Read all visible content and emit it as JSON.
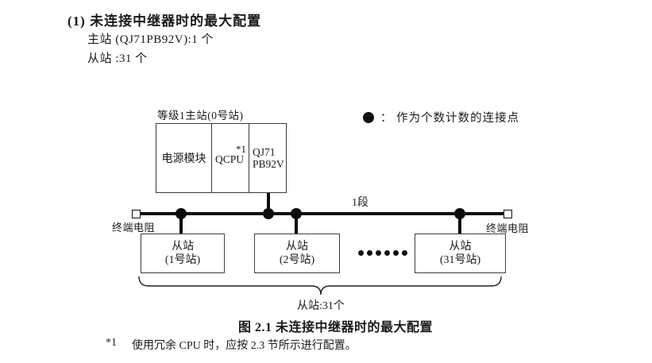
{
  "colors": {
    "text": "#1a1a1a",
    "line": "#0d0d0d",
    "box_border": "#3f3f3f"
  },
  "header": {
    "heading": "(1) 未连接中继器时的最大配置",
    "master_count_line": "主站 (QJ71PB92V):1 个",
    "slave_count_line": "从站 :31 个"
  },
  "diagram": {
    "master_station": {
      "label": "等级1主站(0号站)",
      "power_module": "电源模块",
      "cpu": "QCPU",
      "cpu_note_ref": "*1",
      "pb92v_line1": "QJ71",
      "pb92v_line2": "PB92V"
    },
    "legend": {
      "text": "：  作为个数计数的连接点"
    },
    "bus": {
      "segment_label": "1段",
      "terminator_left": "终端电阻",
      "terminator_right": "终端电阻"
    },
    "slaves": [
      {
        "name": "从站",
        "station": "(1号站)"
      },
      {
        "name": "从站",
        "station": "(2号站)"
      },
      {
        "name": "从站",
        "station": "(31号站)"
      }
    ],
    "brace_label": "从站:31个"
  },
  "caption": "图 2.1 未连接中继器时的最大配置",
  "footnote": {
    "ref": "*1",
    "text": "使用冗余 CPU 时，应按 2.3 节所示进行配置。"
  }
}
